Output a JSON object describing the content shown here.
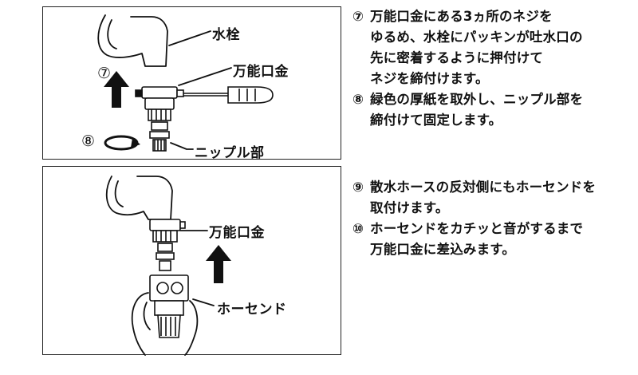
{
  "panel1": {
    "labels": {
      "faucet": "水栓",
      "adapter": "万能口金",
      "nipple": "ニップル部"
    },
    "markers": {
      "step7": "⑦",
      "step8": "⑧"
    }
  },
  "panel2": {
    "labels": {
      "adapter": "万能口金",
      "hose_end": "ホーセンド"
    }
  },
  "instructions1": [
    {
      "mark": "⑦",
      "text": "万能口金にある3ヵ所のネジを\nゆるめ、水栓にパッキンが吐水口の\n先に密着するように押付けて\nネジを締付けます。"
    },
    {
      "mark": "⑧",
      "text": "緑色の厚紙を取外し、ニップル部を\n締付けて固定します。"
    }
  ],
  "instructions2": [
    {
      "mark": "⑨",
      "text": "散水ホースの反対側にもホーセンドを\n取付けます。"
    },
    {
      "mark": "⑩",
      "text": "ホーセンドをカチッと音がするまで\n万能口金に差込みます。"
    }
  ]
}
